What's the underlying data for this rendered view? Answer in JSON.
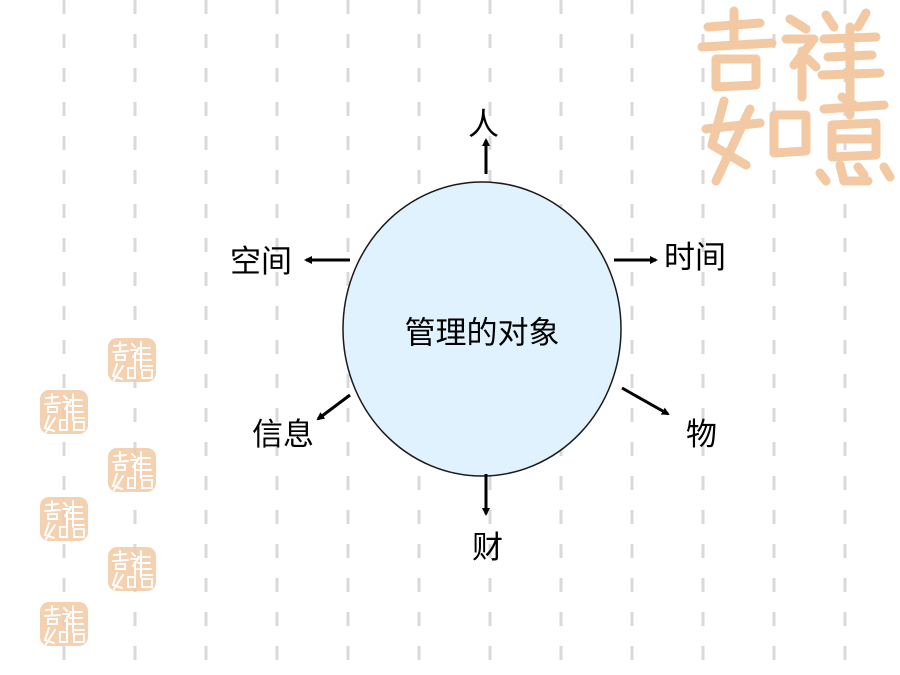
{
  "center": {
    "label": "管理的对象"
  },
  "nodes": [
    {
      "id": "top",
      "label": "人"
    },
    {
      "id": "left",
      "label": "空间"
    },
    {
      "id": "right",
      "label": "时间"
    },
    {
      "id": "lower-left",
      "label": "信息"
    },
    {
      "id": "lower-right",
      "label": "物"
    },
    {
      "id": "bottom",
      "label": "财"
    }
  ],
  "decoration": {
    "seal_text": "吉祥如意",
    "seal_color": "#f2c9a3"
  },
  "colors": {
    "circle_fill": "#e0f2fd",
    "circle_stroke": "#1a1a1a",
    "arrow": "#000000",
    "grid_line": "#d9d9d9"
  }
}
